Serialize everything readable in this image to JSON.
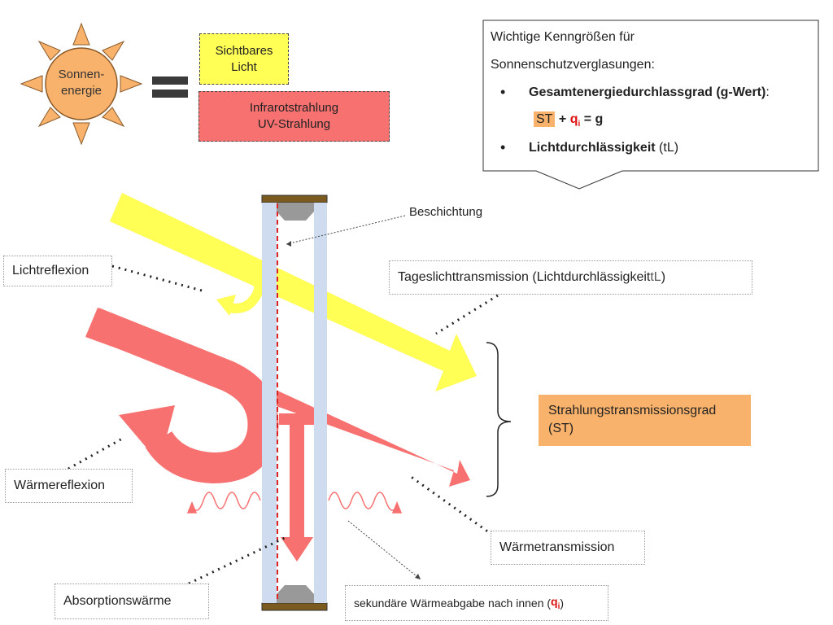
{
  "sun": {
    "label": "Sonnen-\nenergie",
    "line1": "Sonnen-",
    "line2": "energie"
  },
  "energy_components": {
    "visible_light_line1": "Sichtbares",
    "visible_light_line2": "Licht",
    "ir_uv_line1": "Infrarotstrahlung",
    "ir_uv_line2": "UV-Strahlung"
  },
  "info_box": {
    "title_line1": "Wichtige Kenngrößen für",
    "title_line2": "Sonnenschutzverglasungen:",
    "bullet1_label": "Gesamtenergiedurchlassgrad (g-Wert)",
    "bullet1_suffix": ":",
    "formula_st": "ST",
    "formula_plus": " + ",
    "formula_q": "q",
    "formula_q_sub": "i",
    "formula_rest": " = g",
    "bullet2_label": "Lichtdurchlässigkeit",
    "bullet2_suffix": " (tL)"
  },
  "labels": {
    "beschichtung": "Beschichtung",
    "lichtreflexion": "Lichtreflexion",
    "tageslicht_main": "Tageslichttransmission (Lichtdurchlässigkeit ",
    "tageslicht_tl": "tL",
    "tageslicht_end": ")",
    "waermereflexion": "Wärmereflexion",
    "waermetransmission": "Wärmetransmission",
    "absorptionswaerme": "Absorptionswärme",
    "sekundaer_main": "sekundäre Wärmeabgabe nach innen (",
    "sekundaer_q": "q",
    "sekundaer_q_sub": "i",
    "sekundaer_end": ")",
    "strahlung_line1": "Strahlungstransmissionsgrad",
    "strahlung_line2": "(ST)"
  },
  "colors": {
    "sun": "#f9b26b",
    "sun_outline": "#8a5a2a",
    "light_arrow": "#ffff55",
    "heat_arrow": "#f87171",
    "glass_pane": "#cfdcef",
    "frame": "#7a5a1e",
    "coating": "#dd2222",
    "st_chip": "#f9b26b"
  }
}
